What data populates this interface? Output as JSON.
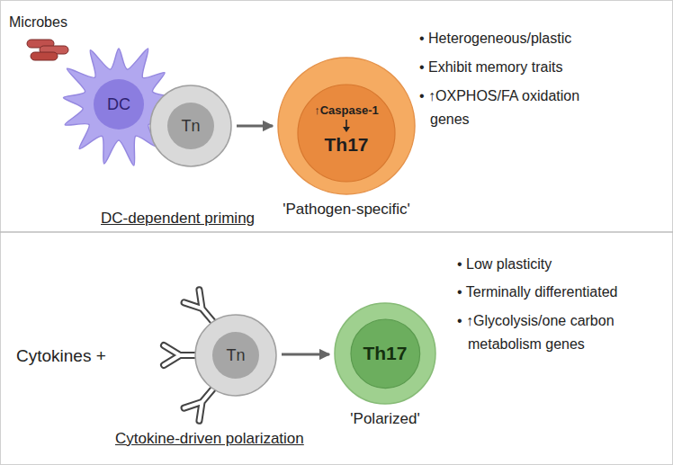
{
  "diagram": {
    "nodes": [
      {
        "text": [
          "DC"
        ]
      },
      {
        "text": [
          "Tn"
        ]
      },
      {
        "text": [
          "'Pathogen-specific'"
        ]
      },
      {
        "text": [
          "↑Caspase-1",
          "Th17"
        ],
        "in": 2
      },
      {
        "text": [
          "Tn"
        ]
      },
      {
        "text": [
          "'Polarized'"
        ]
      },
      {
        "text": [
          "Th17"
        ],
        "in": 5
      }
    ],
    "edges": [
      {
        "from": 1,
        "to": 2,
        "arrow": "to"
      },
      {
        "from": 4,
        "to": 5,
        "arrow": "to"
      }
    ],
    "labels": [
      "Microbes",
      "• Heterogeneous/plastic",
      "• Exhibit memory traits",
      "• ↑OXPHOS/FA oxidation genes",
      "DC-dependent priming",
      "Cytokines +",
      "• Low plasticity",
      "• Terminally differentiated",
      "• ↑Glycolysis/one carbon metabolism genes",
      "Cytokine-driven polarization"
    ]
  }
}
